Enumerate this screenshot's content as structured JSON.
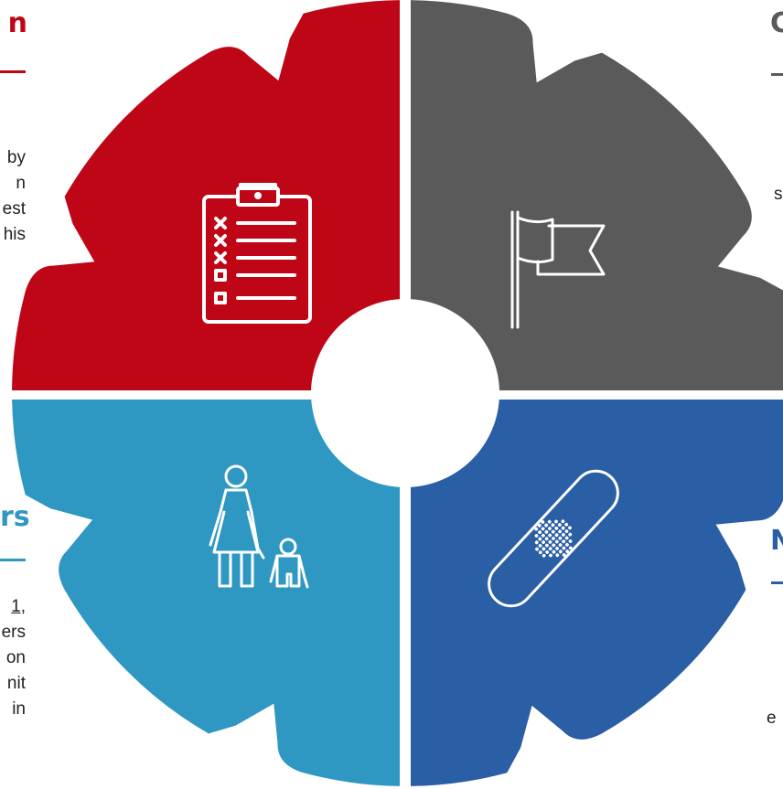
{
  "colors": {
    "red": "#bf0616",
    "gray": "#5a5a5a",
    "light_blue": "#2e97c2",
    "blue": "#2a5ea5",
    "text": "#222222",
    "background": "#ffffff"
  },
  "quadrants": [
    {
      "position": "top-left",
      "color": "#bf0616",
      "icon": "clipboard-checklist-icon"
    },
    {
      "position": "top-right",
      "color": "#5a5a5a",
      "icon": "flag-icon"
    },
    {
      "position": "bottom-left",
      "color": "#2e97c2",
      "icon": "parent-and-child-icon"
    },
    {
      "position": "bottom-right",
      "color": "#2a5ea5",
      "icon": "bandage-icon"
    }
  ],
  "left_top": {
    "heading": "n",
    "lines": [
      "by",
      "n",
      "est",
      "his"
    ]
  },
  "left_bottom": {
    "heading": "rs",
    "lines": [
      "1,",
      "ers",
      "on",
      "nit",
      "in"
    ]
  },
  "right_top": {
    "heading": "C",
    "lines": [
      "s"
    ]
  },
  "right_bottom": {
    "heading": "N",
    "lines": [
      "e"
    ]
  }
}
